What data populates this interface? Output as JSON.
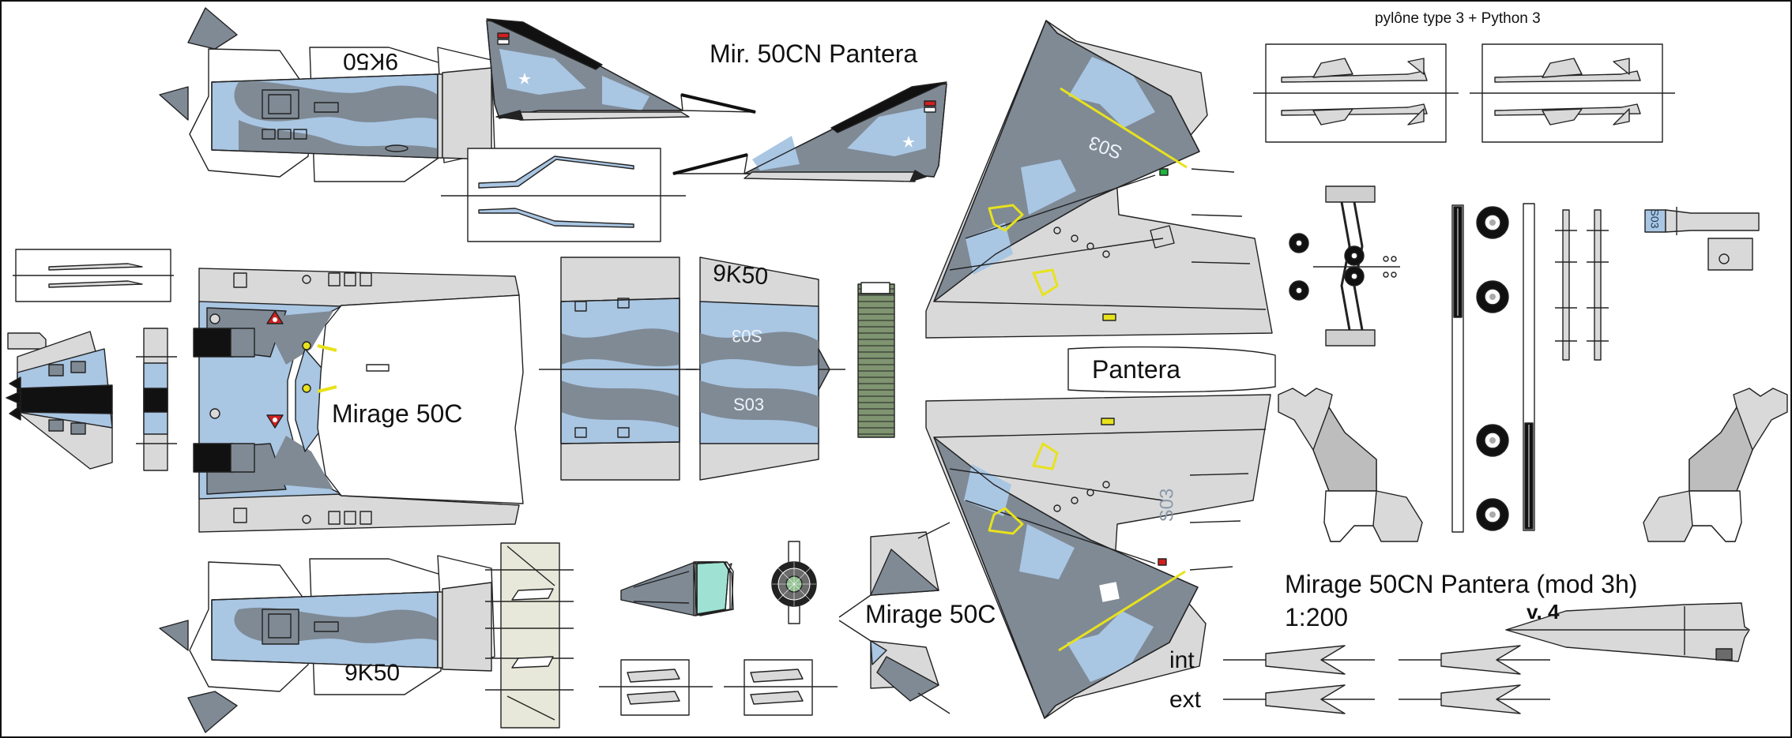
{
  "sheet": {
    "title": "Mirage 50CN Pantera (mod 3h)",
    "scale": "1:200",
    "version": "v. 4"
  },
  "labels": {
    "top_header": "Mir. 50CN Pantera",
    "pylon_note": "pylône type 3 + Python 3",
    "fuselage_title": "Mirage 50C",
    "canard_title": "Mirage 50C",
    "wing_title": "Pantera",
    "code_top_left": "9K50",
    "code_bottom_left": "9K50",
    "code_center": "9K50",
    "serial_a": "S03",
    "serial_b": "S03",
    "serial_c": "S03",
    "serial_d": "S03",
    "serial_e": "S03",
    "intake_int": "int",
    "intake_ext": "ext"
  },
  "colors": {
    "camo_light": "#a9c6e3",
    "camo_dark": "#7f8a95",
    "panel_grey": "#d9d9d9",
    "line": "#222222",
    "canopy": "#9fe2d3",
    "tail_pipe": "#7f9470",
    "warning_red": "#d11f1f",
    "yellow": "#e8e21c"
  },
  "icons": [
    "wheel-icon",
    "star-insignia-icon",
    "missile-icon",
    "turbine-face-icon"
  ]
}
